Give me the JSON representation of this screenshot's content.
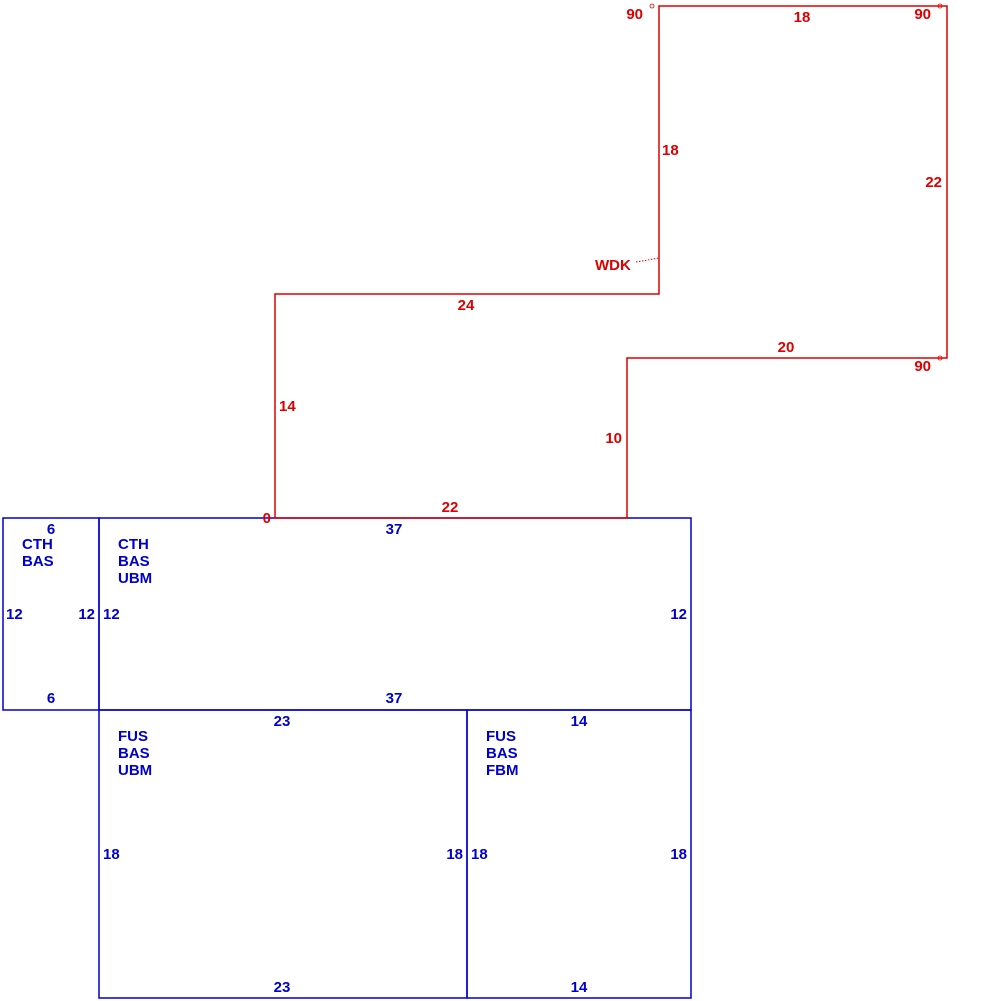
{
  "colors": {
    "building": "#0000cc",
    "deck": "#dd0000"
  },
  "areas": [
    {
      "id": "cth-bas",
      "codes": [
        "CTH",
        "BAS"
      ],
      "dims": {
        "top": "6",
        "bottom": "6",
        "left": "12",
        "right": "12"
      }
    },
    {
      "id": "cth-bas-ubm",
      "codes": [
        "CTH",
        "BAS",
        "UBM"
      ],
      "dims": {
        "top": "37",
        "bottom": "37",
        "left": "12",
        "right": "12"
      }
    },
    {
      "id": "fus-bas-ubm",
      "codes": [
        "FUS",
        "BAS",
        "UBM"
      ],
      "dims": {
        "top": "23",
        "bottom": "23",
        "left": "18",
        "right": "18"
      }
    },
    {
      "id": "fus-bas-fbm",
      "codes": [
        "FUS",
        "BAS",
        "FBM"
      ],
      "dims": {
        "top": "14",
        "bottom": "14",
        "left": "18",
        "right": "18"
      }
    }
  ],
  "deck": {
    "label": "WDK",
    "segments": [
      "22",
      "10",
      "20",
      "22",
      "18",
      "18",
      "24",
      "14"
    ],
    "angles": [
      "90",
      "90",
      "90",
      "0"
    ]
  }
}
